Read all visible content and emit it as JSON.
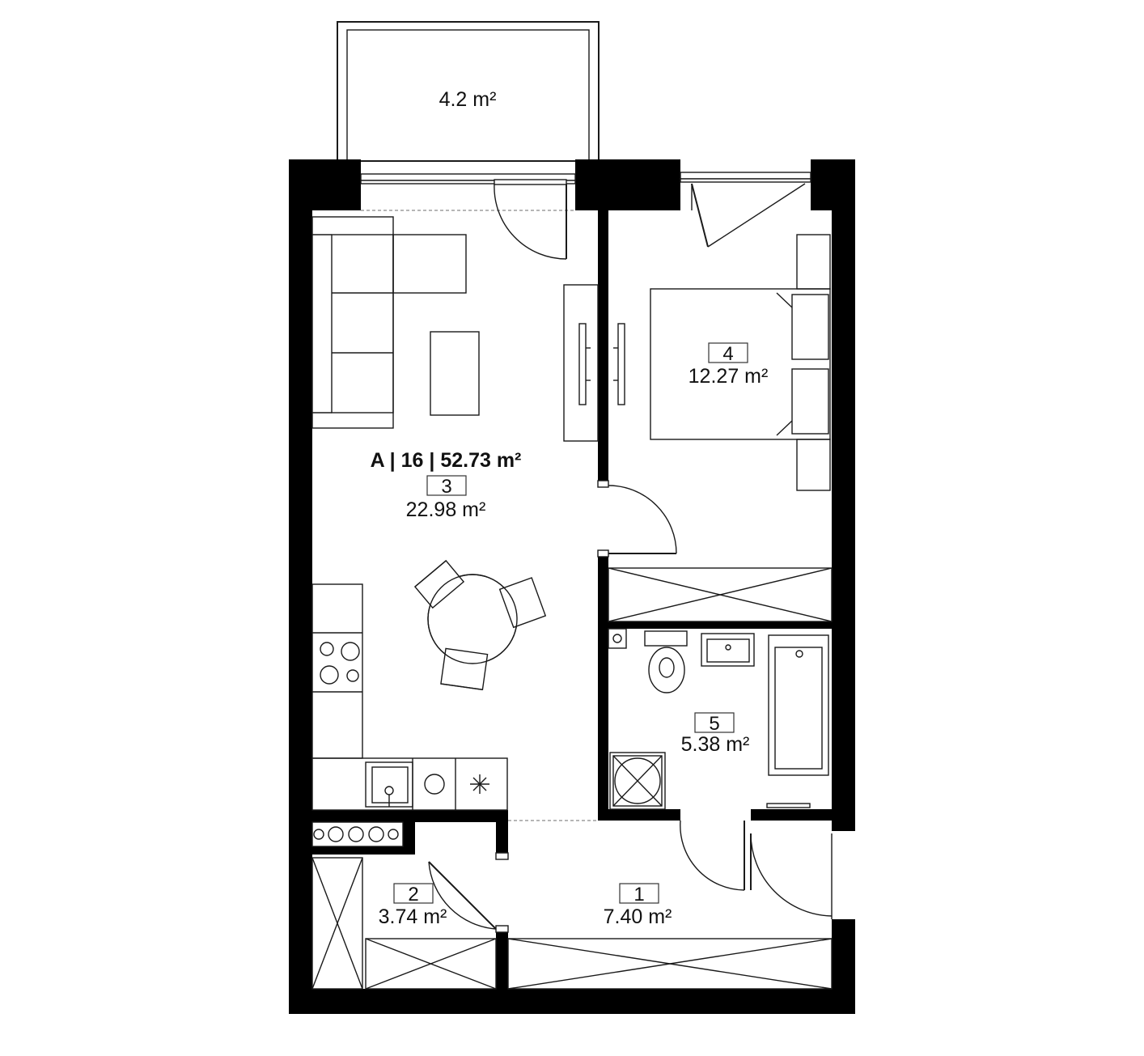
{
  "apartment_label": "A | 16 | 52.73 m²",
  "balcony": {
    "area": "4.2 m²"
  },
  "rooms": [
    {
      "number": "1",
      "area": "7.40 m²"
    },
    {
      "number": "2",
      "area": "3.74 m²"
    },
    {
      "number": "3",
      "area": "22.98 m²"
    },
    {
      "number": "4",
      "area": "12.27 m²"
    },
    {
      "number": "5",
      "area": "5.38 m²"
    }
  ],
  "colors": {
    "wall": "#000000",
    "line": "#1a1a1a",
    "background": "#ffffff"
  }
}
